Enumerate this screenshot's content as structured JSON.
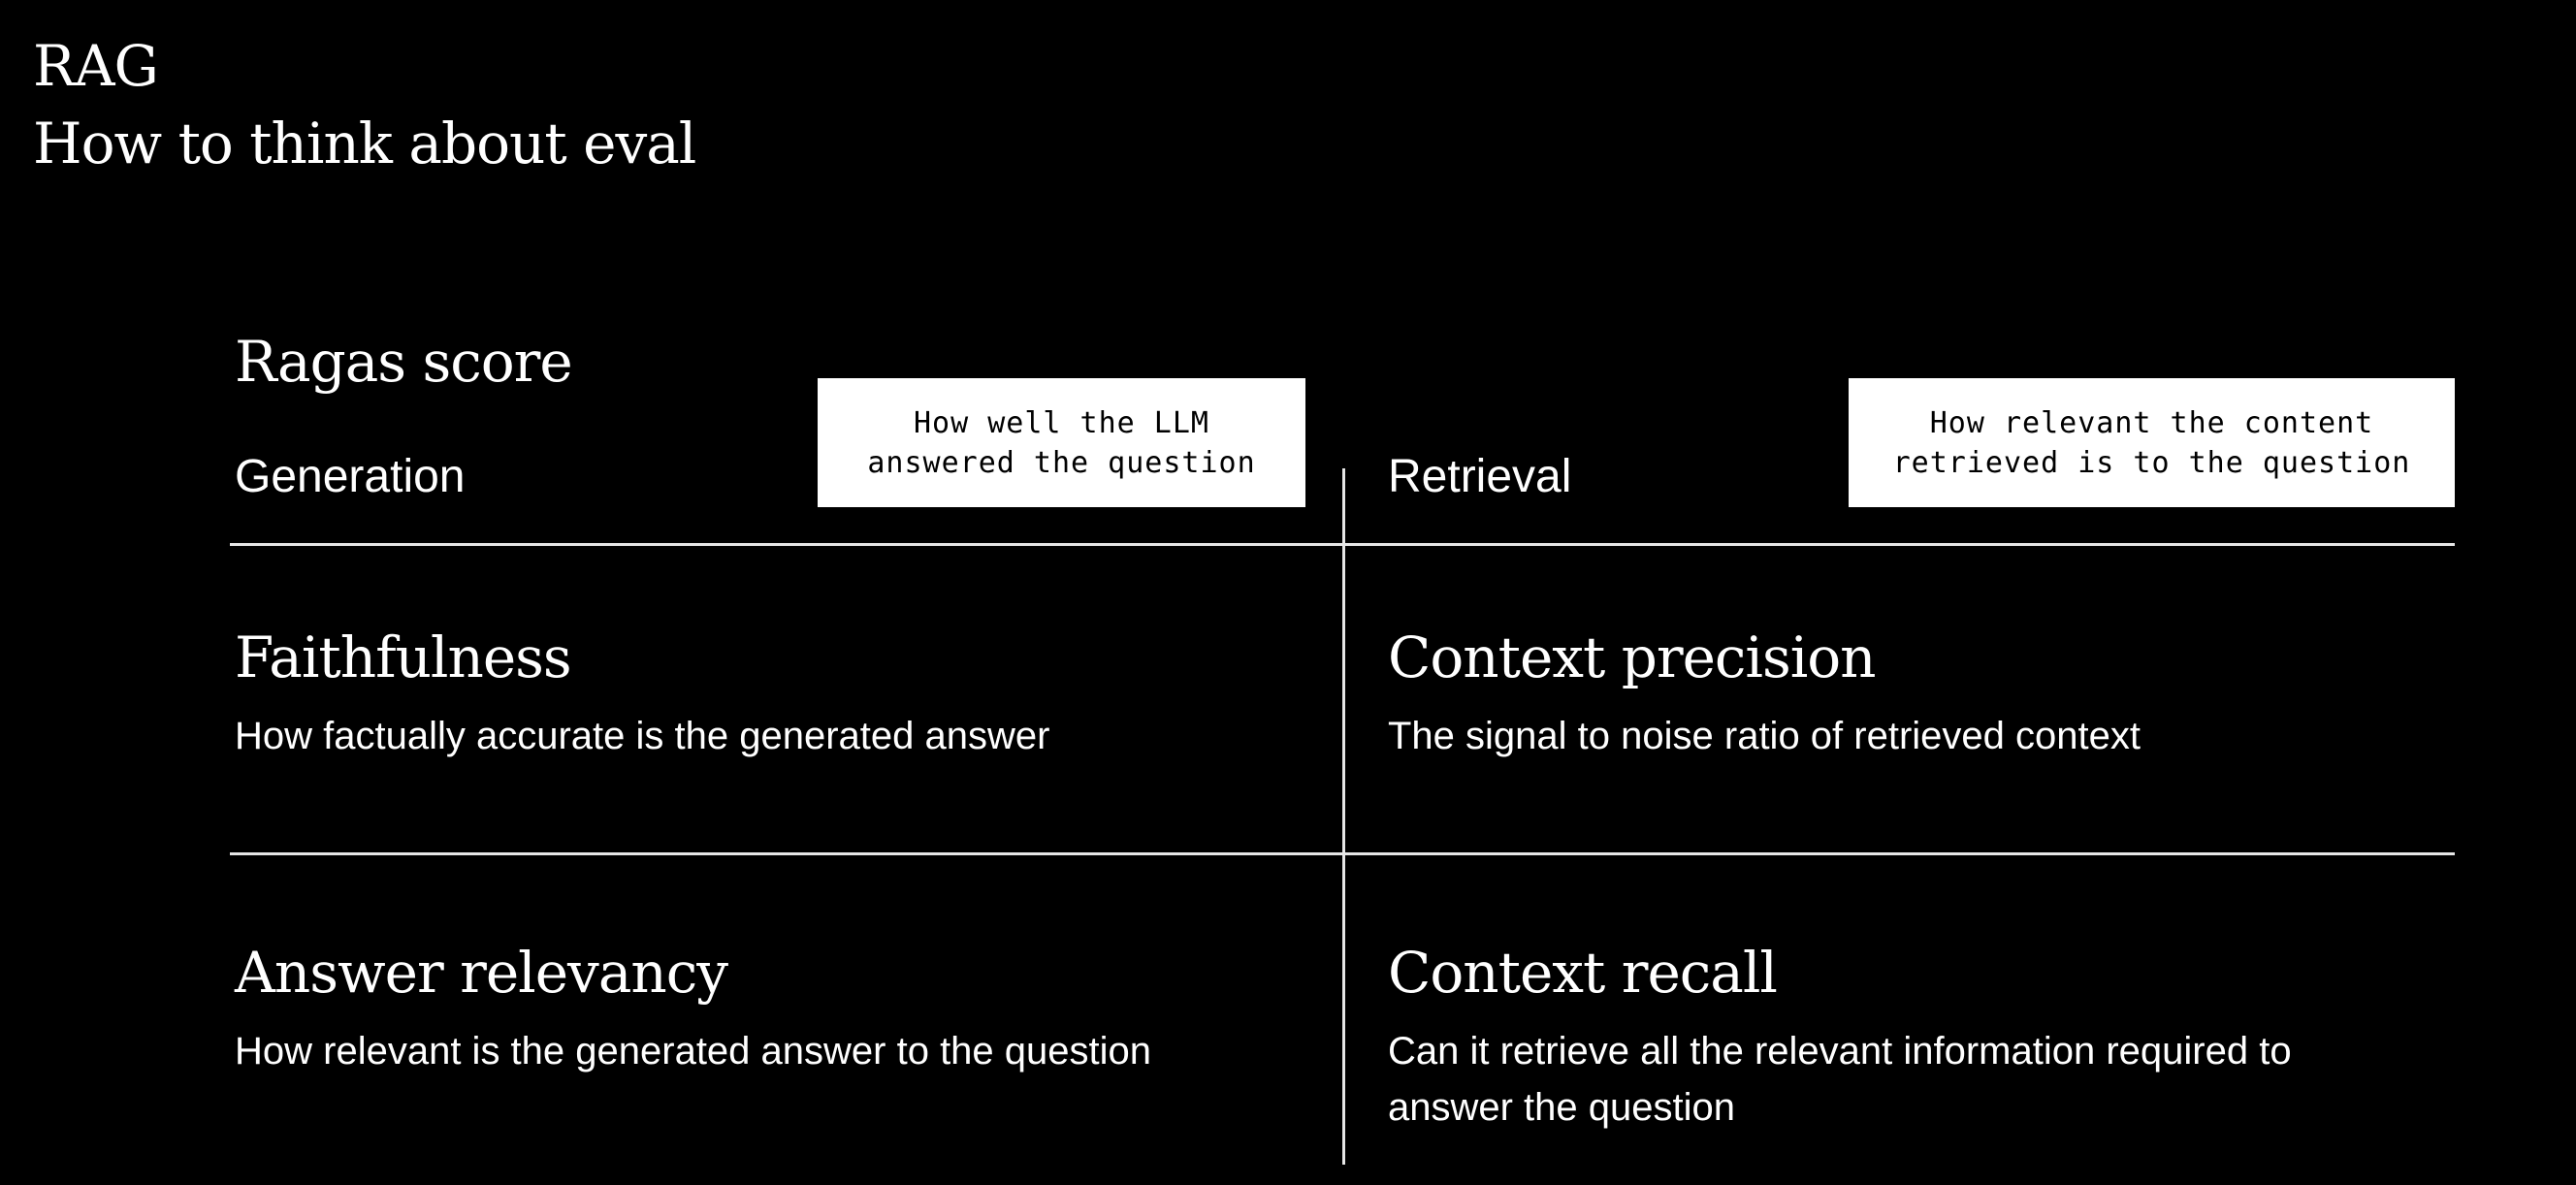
{
  "header": {
    "line1": "RAG",
    "line2": "How to think about eval"
  },
  "section": {
    "title": "Ragas score"
  },
  "columns": {
    "generation": {
      "label": "Generation",
      "callout": "How well the LLM\nanswered the question"
    },
    "retrieval": {
      "label": "Retrieval",
      "callout": "How relevant the content\nretrieved is to the question"
    }
  },
  "metrics": {
    "faithfulness": {
      "name": "Faithfulness",
      "description": "How factually accurate is the generated answer"
    },
    "context_precision": {
      "name": "Context precision",
      "description": "The signal to noise ratio of retrieved context"
    },
    "answer_relevancy": {
      "name": "Answer relevancy",
      "description": "How relevant is the generated answer to the question"
    },
    "context_recall": {
      "name": "Context recall",
      "description": "Can it retrieve all the relevant information required to answer the question"
    }
  },
  "colors": {
    "background": "#000000",
    "text": "#ffffff",
    "callout_bg": "#ffffff",
    "callout_text": "#000000",
    "divider": "#e6e6e6"
  }
}
